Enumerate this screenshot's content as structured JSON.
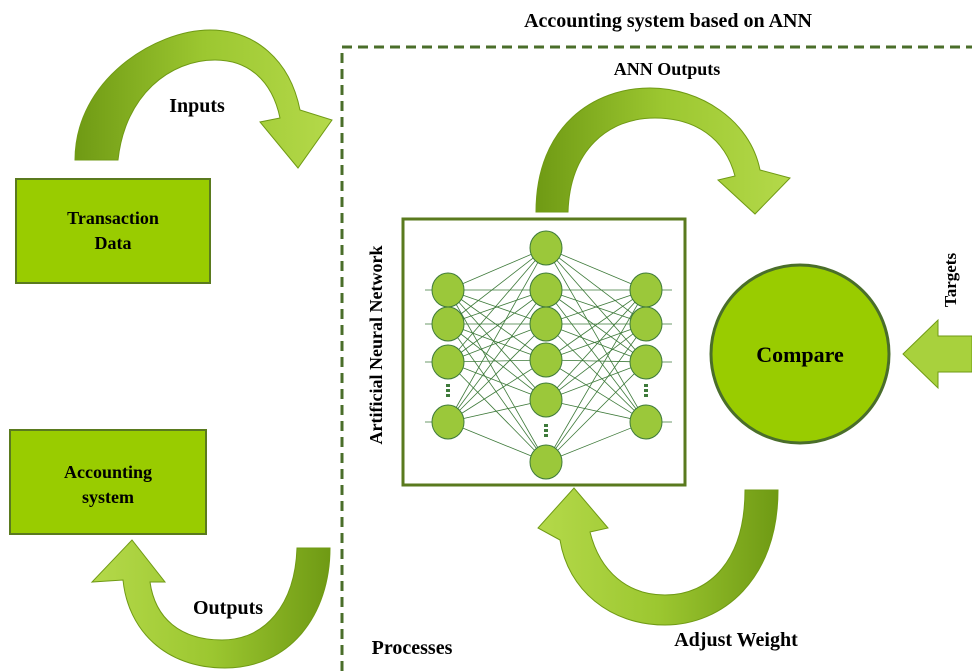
{
  "system_title": "Accounting system based on ANN",
  "labels": {
    "inputs": "Inputs",
    "transaction_data": [
      "Transaction",
      "Data"
    ],
    "accounting_system": [
      "Accounting",
      "system"
    ],
    "outputs": "Outputs",
    "ann_outputs": "ANN Outputs",
    "ann_label": "Artificial Neural Network",
    "compare": "Compare",
    "targets": "Targets",
    "adjust_weight": "Adjust Weight",
    "processes": "Processes"
  },
  "colors": {
    "box_fill": "#99cc00",
    "box_stroke": "#5a7a1e",
    "arrow_light": "#a8d13d",
    "arrow_dark": "#6f9a14",
    "dashed_border": "#4a6e2a",
    "node_fill": "#9bc83a",
    "node_edge": "#3e7a3a"
  },
  "network": {
    "layers": [
      4,
      6,
      4
    ]
  }
}
